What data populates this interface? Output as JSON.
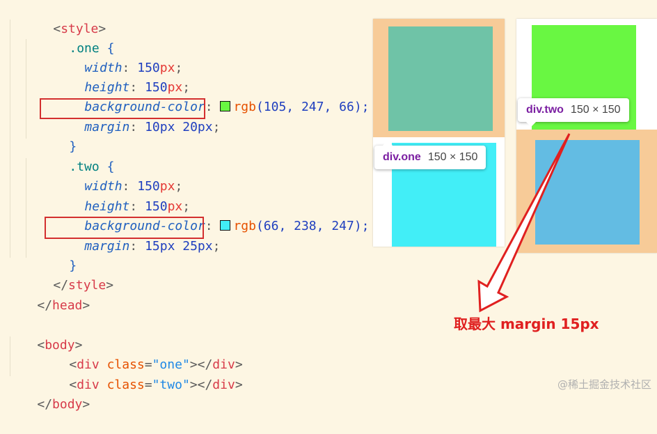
{
  "code": {
    "lines": [
      {
        "t": "<",
        "n": "style",
        "c": ">"
      },
      {
        "sel": ".one",
        "b": "{"
      },
      {
        "p": "width",
        "v": "150",
        "u": "px"
      },
      {
        "p": "height",
        "v": "150",
        "u": "px"
      },
      {
        "p": "background-color",
        "fn": "rgb",
        "args": "(105, 247, 66);"
      },
      {
        "p": "margin",
        "v": "10px 20px"
      },
      {
        "b": "}"
      },
      {
        "sel": ".two",
        "b": "{"
      },
      {
        "p": "width",
        "v": "150",
        "u": "px"
      },
      {
        "p": "height",
        "v": "150",
        "u": "px"
      },
      {
        "p": "background-color",
        "fn": "rgb",
        "args": "(66, 238, 247);"
      },
      {
        "p": "margin",
        "v": "15px 25px"
      },
      {
        "b": "}"
      },
      {
        "t": "</",
        "n": "style",
        "c": ">"
      },
      {
        "t": "</",
        "n": "head",
        "c": ">"
      },
      {
        "t": "<",
        "n": "body",
        "c": ">"
      },
      {
        "t": "<",
        "n": "div",
        "a": "class",
        "s": "\"one\"",
        "c": "></",
        "n2": "div",
        "c2": ">"
      },
      {
        "t": "<",
        "n": "div",
        "a": "class",
        "s": "\"two\"",
        "c": "></",
        "n2": "div",
        "c2": ">"
      },
      {
        "t": "</",
        "n": "body",
        "c": ">"
      }
    ],
    "swatch_one": "#69f742",
    "swatch_two": "#42eef7"
  },
  "preview": {
    "one_tooltip_name": "div.one",
    "one_tooltip_size": "150 × 150",
    "two_tooltip_name": "div.two",
    "two_tooltip_size": "150 × 150",
    "colors": {
      "margin": "#f7cb98",
      "one_box": "#6fc3a7",
      "two_box": "#63bce3",
      "green": "#69f742",
      "cyan": "#42eef7"
    }
  },
  "annotation": "取最大 margin 15px",
  "watermark": "@稀土掘金技术社区"
}
